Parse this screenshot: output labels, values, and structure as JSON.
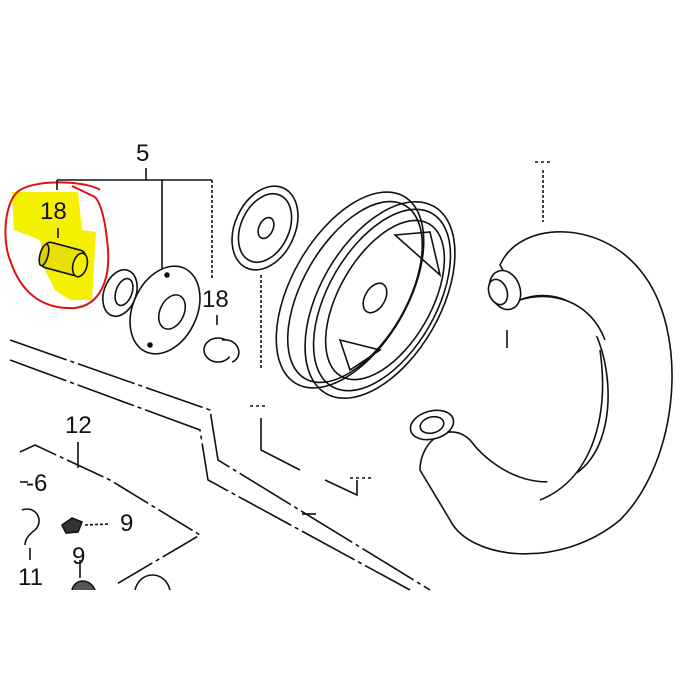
{
  "diagram": {
    "type": "exploded-parts-diagram",
    "subject": "wheel and tire assembly",
    "highlight": {
      "part_label": "18",
      "fill_color": "#f5f000",
      "circle_color": "#e01010"
    },
    "callouts": [
      {
        "id": "c5",
        "label": "5"
      },
      {
        "id": "c18a",
        "label": "18"
      },
      {
        "id": "c18b",
        "label": "18"
      },
      {
        "id": "c12",
        "label": "12"
      },
      {
        "id": "c6",
        "label": "-6"
      },
      {
        "id": "c9a",
        "label": "9"
      },
      {
        "id": "c9b",
        "label": "9"
      },
      {
        "id": "c11",
        "label": "11"
      }
    ],
    "parts": [
      {
        "name": "bushing",
        "callout": "18",
        "highlighted": true
      },
      {
        "name": "collar-flange",
        "callout": "5"
      },
      {
        "name": "hub-flange",
        "callout": "5"
      },
      {
        "name": "bushing",
        "callout": "18"
      },
      {
        "name": "hub-cap-plate"
      },
      {
        "name": "wheel-rim"
      },
      {
        "name": "tire"
      },
      {
        "name": "nut",
        "callout": "9"
      },
      {
        "name": "nut",
        "callout": "9"
      },
      {
        "name": "clip",
        "callout": "11"
      }
    ]
  }
}
